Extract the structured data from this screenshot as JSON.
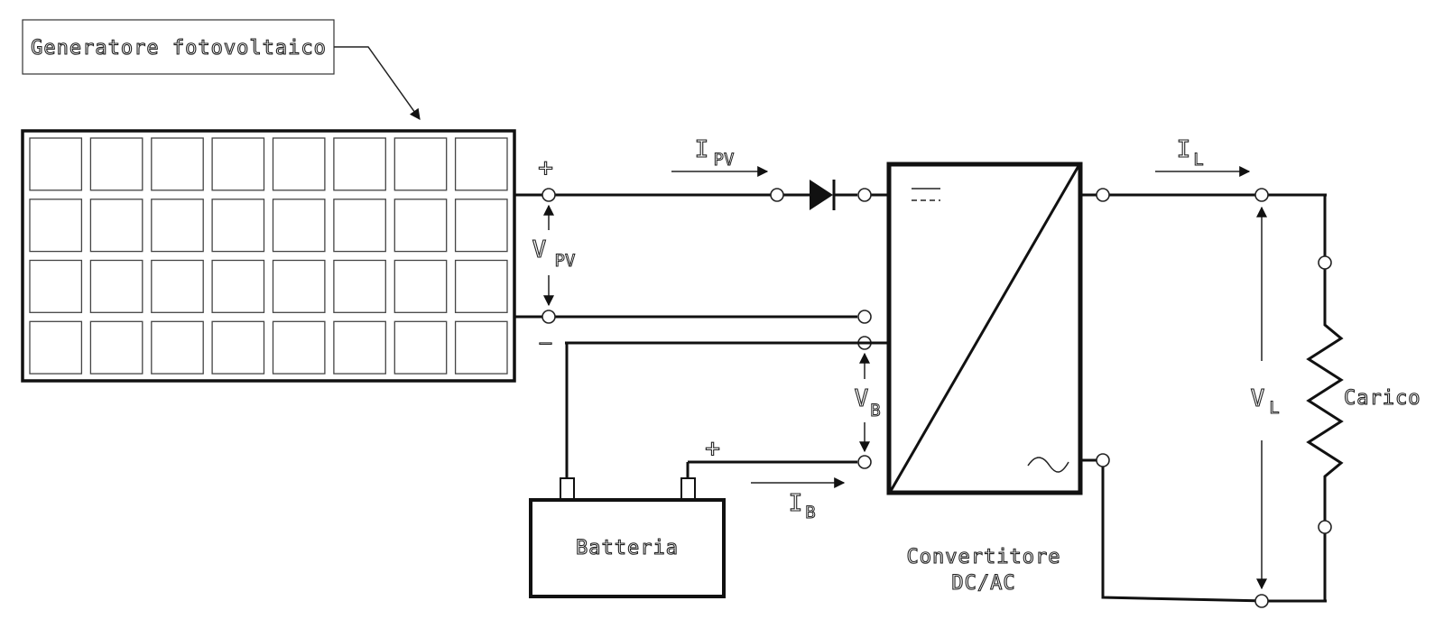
{
  "labels": {
    "generator": "Generatore fotovoltaico",
    "plus_pv": "+",
    "minus_pv": "—",
    "v_pv_main": "V",
    "v_pv_sub": "PV",
    "i_pv_main": "I",
    "i_pv_sub": "PV",
    "i_l_main": "I",
    "i_l_sub": "L",
    "v_b_main": "V",
    "v_b_sub": "B",
    "plus_batt": "+",
    "i_b_main": "I",
    "i_b_sub": "B",
    "battery": "Batteria",
    "converter_line1": "Convertitore",
    "converter_line2": "DC/AC",
    "v_l_main": "V",
    "v_l_sub": "L",
    "load": "Carico"
  },
  "panel": {
    "rows": 4,
    "cols": 8
  },
  "colors": {
    "line": "#111111",
    "background": "#ffffff"
  }
}
